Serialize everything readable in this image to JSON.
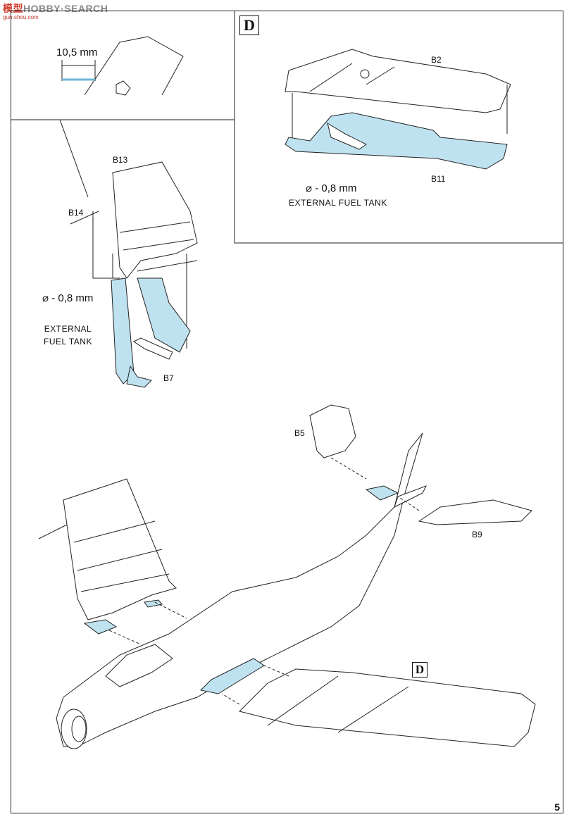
{
  "watermark": {
    "brand_a": "模型",
    "brand_b": "HOBBY·SEARCH",
    "url": "gun-shou.com"
  },
  "page_number": "5",
  "section": {
    "letter": "D"
  },
  "labels": {
    "dimension": "10,5 mm",
    "b13": "B13",
    "b14": "B14",
    "b7": "B7",
    "b2": "B2",
    "b11": "B11",
    "b5": "B5",
    "b9": "B9",
    "drill_left": "⌀ - 0,8 mm",
    "drill_right": "⌀ - 0,8 mm",
    "ext_tank_left_1": "EXTERNAL",
    "ext_tank_left_2": "FUEL TANK",
    "ext_tank_right": "EXTERNAL FUEL TANK"
  },
  "colors": {
    "highlight": "#bfe2f0",
    "line": "#222222"
  }
}
